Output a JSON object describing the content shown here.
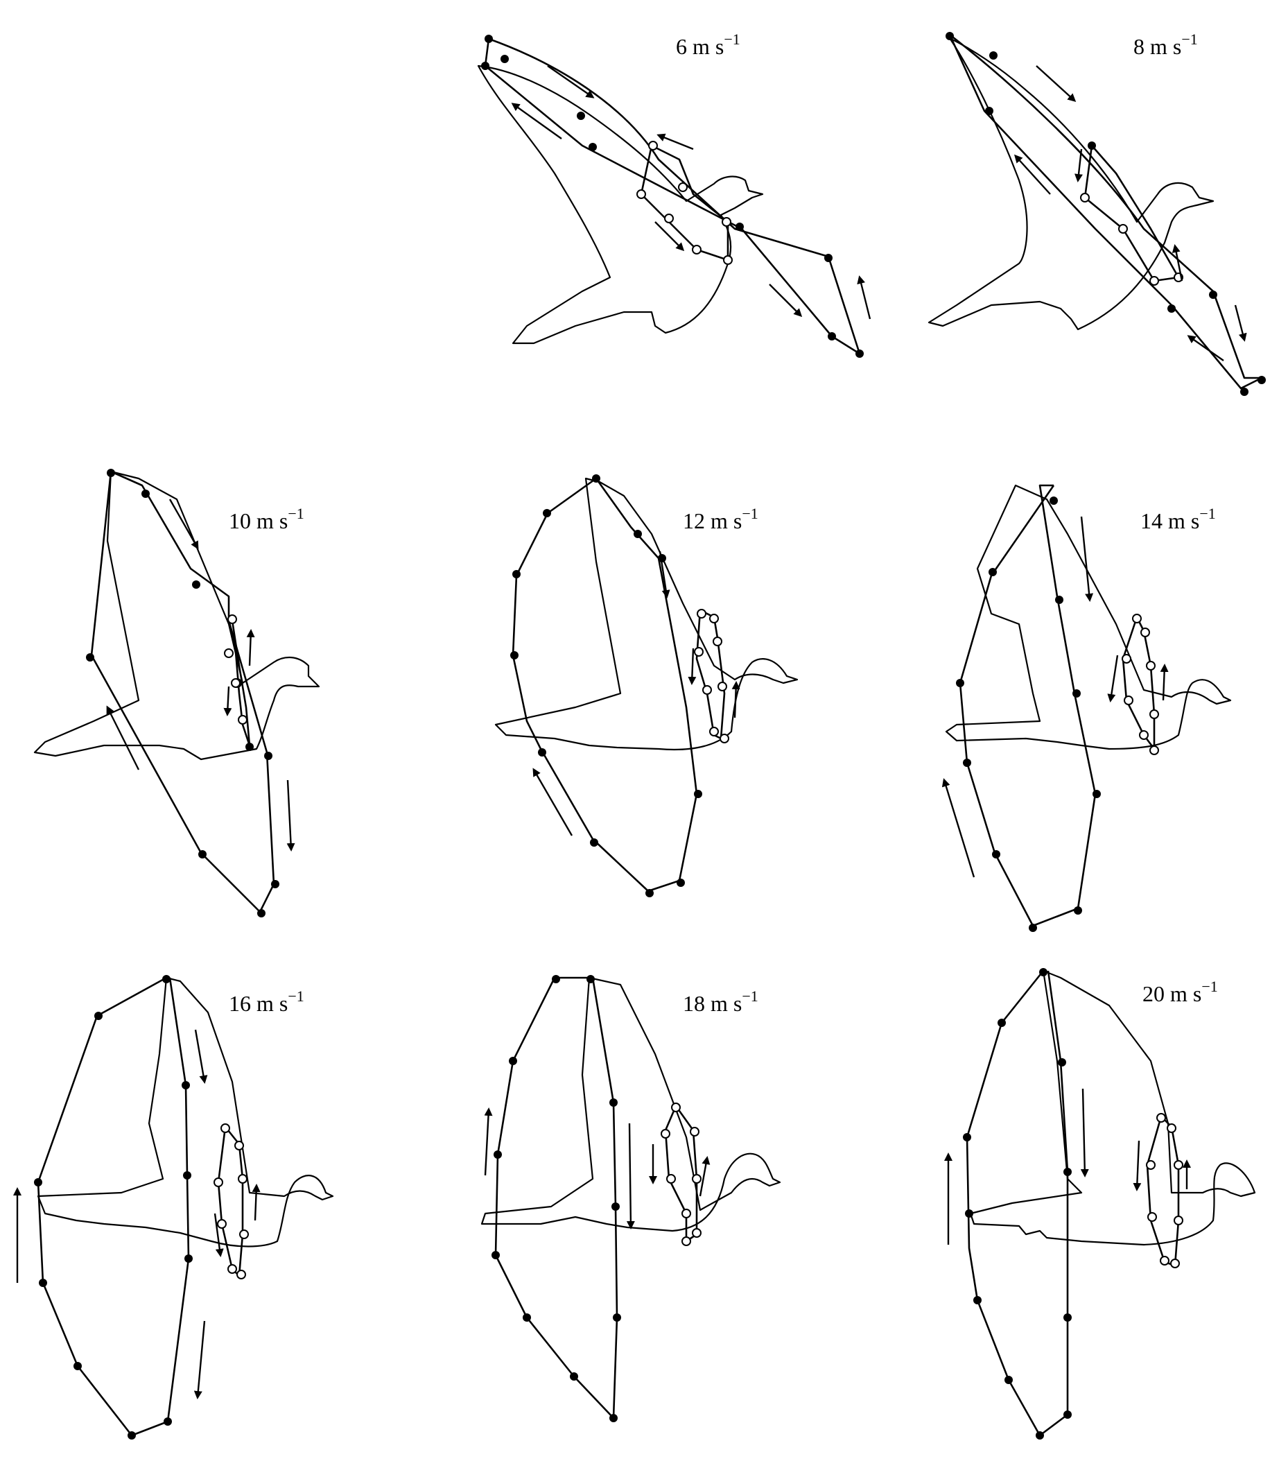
{
  "panels": [
    {
      "id": "p6",
      "label": "6 m s",
      "exp": "−1"
    },
    {
      "id": "p8",
      "label": "8 m s",
      "exp": "−1"
    },
    {
      "id": "p10",
      "label": "10 m s",
      "exp": "−1"
    },
    {
      "id": "p12",
      "label": "12 m s",
      "exp": "−1"
    },
    {
      "id": "p14",
      "label": "14 m s",
      "exp": "−1"
    },
    {
      "id": "p16",
      "label": "16 m s",
      "exp": "−1"
    },
    {
      "id": "p18",
      "label": "18 m s",
      "exp": "−1"
    },
    {
      "id": "p20",
      "label": "20 m s",
      "exp": "−1"
    }
  ],
  "colors": {
    "ink": "#000000",
    "background": "#ffffff"
  }
}
